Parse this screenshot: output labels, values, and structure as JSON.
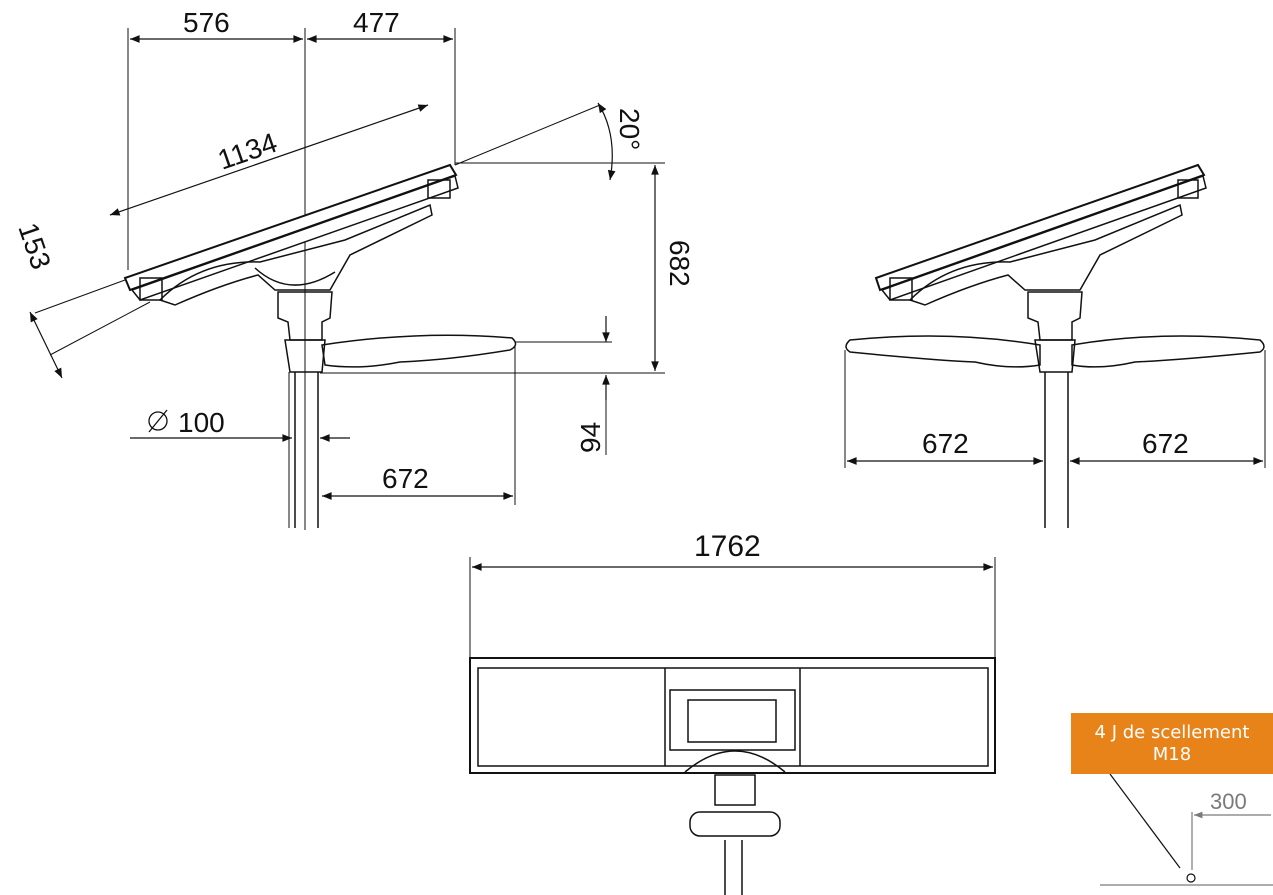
{
  "dimensions": {
    "left_offset": "576",
    "right_offset": "477",
    "panel_length": "1134",
    "panel_thickness": "153",
    "tilt_angle": "20°",
    "panel_height": "682",
    "arm_height": "94",
    "pole_diameter": "100",
    "arm_length_side": "672",
    "arm_length_left": "672",
    "arm_length_right": "672",
    "total_width": "1762",
    "anchor_spacing": "300"
  },
  "callout": {
    "line1": "4 J de scellement",
    "line2": "M18"
  },
  "colors": {
    "callout_bg": "#e8831a",
    "line": "#111111",
    "dim_gray": "#7a7a7a"
  }
}
